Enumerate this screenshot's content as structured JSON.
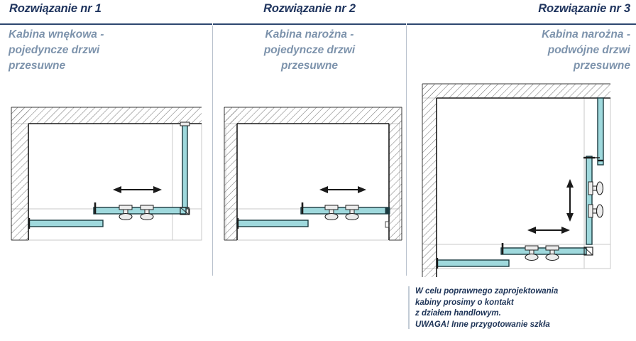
{
  "document": {
    "language": "pl",
    "kind": "technical-drawing-comparison",
    "bg_color": "#ffffff"
  },
  "palette": {
    "title_color": "#21365f",
    "subtitle_color": "#7d93ac",
    "rule_color": "#2d4770",
    "divider_color": "#b9c2cd",
    "glass_fill": "#9fd9dd",
    "glass_stroke": "#1b3a40",
    "wall_hatch": "#6e6e6e",
    "thin_line": "#b0b0b0",
    "outline": "#1a1a1a",
    "note_color": "#1f3558",
    "hardware_fill": "#e8e8e8",
    "hardware_stroke": "#222222"
  },
  "columns": [
    {
      "id": "solution-1",
      "title": "Rozwiązanie nr 1",
      "subtitle": "Kabina wnękowa -\npojedyncze drzwi\nprzesuwne",
      "title_align": "left",
      "subtitle_align": "left",
      "diagram": {
        "name": "recess-cabin-single-sliding-door",
        "walls": [
          "left",
          "top"
        ],
        "fixed_panel": "bottom-left",
        "sliding_panel": "bottom-right",
        "side_panel": "right-vertical",
        "rollers": 2,
        "arrows": [
          {
            "direction": "horizontal",
            "label": "sliding travel"
          }
        ]
      }
    },
    {
      "id": "solution-2",
      "title": "Rozwiązanie nr 2",
      "subtitle": "Kabina narożna -\npojedyncze drzwi\nprzesuwne",
      "title_align": "center",
      "subtitle_align": "center",
      "diagram": {
        "name": "corner-cabin-single-sliding-door",
        "walls": [
          "left",
          "top",
          "right"
        ],
        "fixed_panel": "bottom-left",
        "sliding_panel": "bottom-right",
        "side_panel": "none",
        "rollers": 2,
        "arrows": [
          {
            "direction": "horizontal",
            "label": "sliding travel"
          }
        ]
      }
    },
    {
      "id": "solution-3",
      "title": "Rozwiązanie nr 3",
      "subtitle": "Kabina narożna -\npodwójne drzwi\nprzesuwne",
      "title_align": "right",
      "subtitle_align": "right",
      "diagram": {
        "name": "corner-cabin-double-sliding-doors",
        "walls": [
          "left",
          "top"
        ],
        "fixed_panel": "bottom-left",
        "sliding_panel": "bottom-right",
        "side_panel": "right-vertical-sliding",
        "rollers": 4,
        "arrows": [
          {
            "direction": "horizontal",
            "label": "sliding travel"
          },
          {
            "direction": "vertical",
            "label": "sliding travel"
          }
        ]
      }
    }
  ],
  "note": {
    "text": "W celu poprawnego zaprojektowania\nkabiny prosimy o kontakt\nz działem handlowym.\nUWAGA! Inne przygotowanie szkła"
  }
}
